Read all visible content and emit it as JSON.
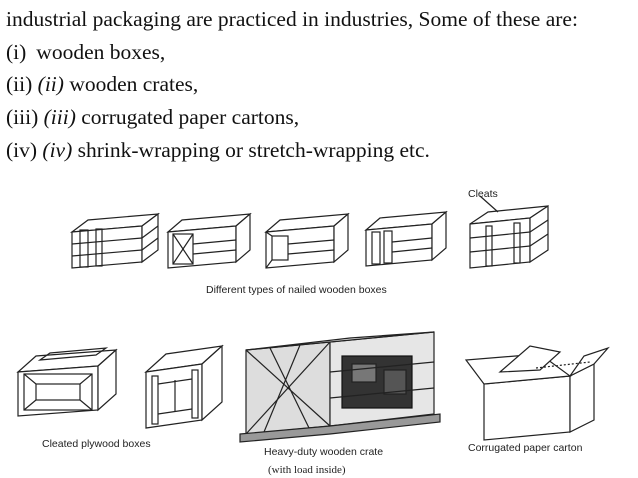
{
  "text": {
    "line1": "industrial packaging are practiced in industries, Some of these are:",
    "item1": {
      "num": "(i)",
      "text": "wooden boxes,"
    },
    "item2": {
      "num": "(ii)",
      "italic": "(ii)",
      "text": "wooden crates,"
    },
    "item3": {
      "num": "(iii)",
      "italic": "(iii)",
      "text": "corrugated paper cartons,"
    },
    "item4": {
      "num": "(iv)",
      "italic": "(iv)",
      "text": "shrink-wrapping or stretch-wrapping etc."
    }
  },
  "figure": {
    "cleats_label": "Cleats",
    "nailed_caption": "Different types of nailed wooden boxes",
    "plywood_caption": "Cleated plywood boxes",
    "crate_caption": "Heavy-duty wooden crate",
    "crate_subcaption": "(with load inside)",
    "carton_caption": "Corrugated paper carton"
  }
}
